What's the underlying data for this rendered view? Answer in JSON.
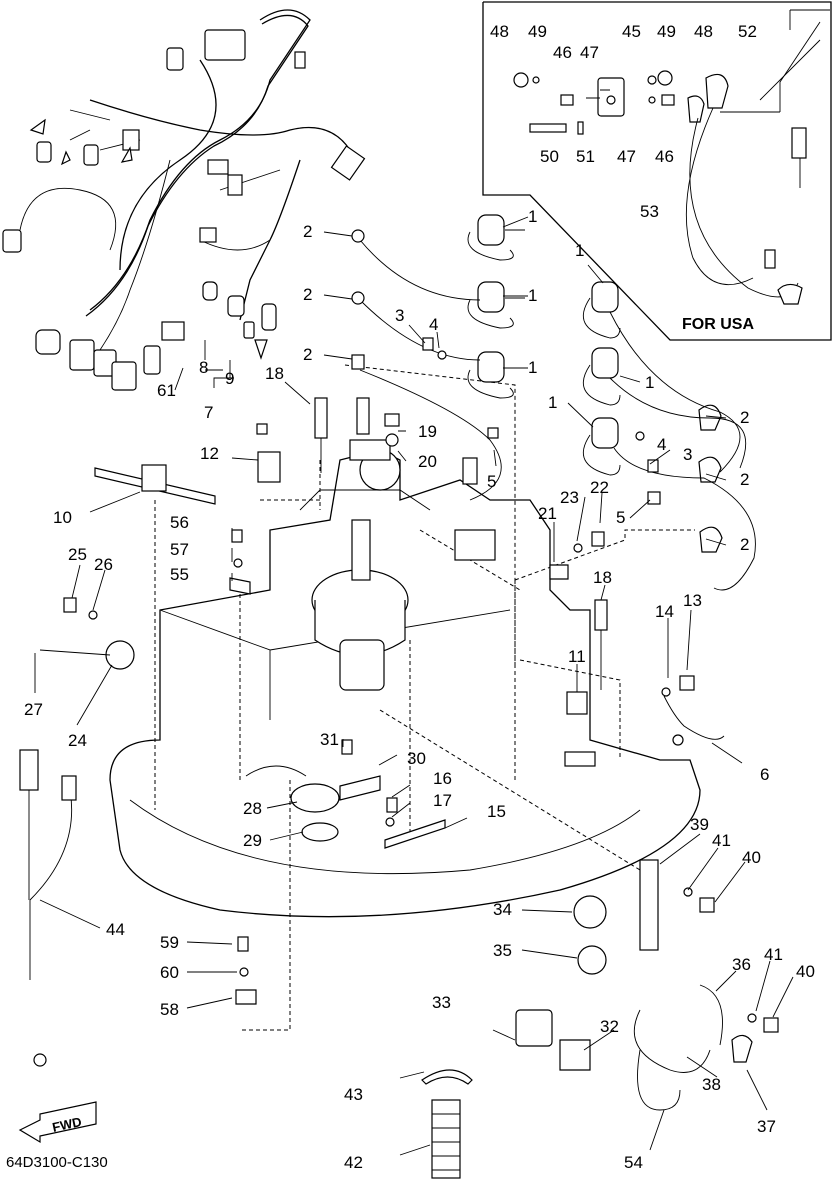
{
  "diagram": {
    "code": "64D3100-C130",
    "inset_label": "FOR USA",
    "direction_label": "FWD"
  },
  "callouts": [
    {
      "id": "c48a",
      "text": "48"
    },
    {
      "id": "c49a",
      "text": "49"
    },
    {
      "id": "c46a",
      "text": "46"
    },
    {
      "id": "c47a",
      "text": "47"
    },
    {
      "id": "c45",
      "text": "45"
    },
    {
      "id": "c49b",
      "text": "49"
    },
    {
      "id": "c48b",
      "text": "48"
    },
    {
      "id": "c52",
      "text": "52"
    },
    {
      "id": "c50",
      "text": "50"
    },
    {
      "id": "c51",
      "text": "51"
    },
    {
      "id": "c47b",
      "text": "47"
    },
    {
      "id": "c46b",
      "text": "46"
    },
    {
      "id": "c53",
      "text": "53"
    },
    {
      "id": "c1a",
      "text": "1"
    },
    {
      "id": "c2a",
      "text": "2"
    },
    {
      "id": "c1b",
      "text": "1"
    },
    {
      "id": "c2b",
      "text": "2"
    },
    {
      "id": "c3a",
      "text": "3"
    },
    {
      "id": "c4a",
      "text": "4"
    },
    {
      "id": "c1c",
      "text": "1"
    },
    {
      "id": "c2c",
      "text": "2"
    },
    {
      "id": "c1d",
      "text": "1"
    },
    {
      "id": "c1e",
      "text": "1"
    },
    {
      "id": "c1f",
      "text": "1"
    },
    {
      "id": "c2d",
      "text": "2"
    },
    {
      "id": "c4b",
      "text": "4"
    },
    {
      "id": "c3b",
      "text": "3"
    },
    {
      "id": "c2e",
      "text": "2"
    },
    {
      "id": "c5a",
      "text": "5"
    },
    {
      "id": "c5b",
      "text": "5"
    },
    {
      "id": "c2f",
      "text": "2"
    },
    {
      "id": "c8",
      "text": "8"
    },
    {
      "id": "c9",
      "text": "9"
    },
    {
      "id": "c7",
      "text": "7"
    },
    {
      "id": "c61",
      "text": "61"
    },
    {
      "id": "c18a",
      "text": "18"
    },
    {
      "id": "c19",
      "text": "19"
    },
    {
      "id": "c20",
      "text": "20"
    },
    {
      "id": "c12",
      "text": "12"
    },
    {
      "id": "c10",
      "text": "10"
    },
    {
      "id": "c23",
      "text": "23"
    },
    {
      "id": "c22",
      "text": "22"
    },
    {
      "id": "c21",
      "text": "21"
    },
    {
      "id": "c56",
      "text": "56"
    },
    {
      "id": "c57",
      "text": "57"
    },
    {
      "id": "c55",
      "text": "55"
    },
    {
      "id": "c25",
      "text": "25"
    },
    {
      "id": "c26",
      "text": "26"
    },
    {
      "id": "c18b",
      "text": "18"
    },
    {
      "id": "c14",
      "text": "14"
    },
    {
      "id": "c13",
      "text": "13"
    },
    {
      "id": "c11",
      "text": "11"
    },
    {
      "id": "c27",
      "text": "27"
    },
    {
      "id": "c24",
      "text": "24"
    },
    {
      "id": "c6",
      "text": "6"
    },
    {
      "id": "c31",
      "text": "31"
    },
    {
      "id": "c30",
      "text": "30"
    },
    {
      "id": "c16",
      "text": "16"
    },
    {
      "id": "c17",
      "text": "17"
    },
    {
      "id": "c28",
      "text": "28"
    },
    {
      "id": "c15",
      "text": "15"
    },
    {
      "id": "c29",
      "text": "29"
    },
    {
      "id": "c39",
      "text": "39"
    },
    {
      "id": "c41a",
      "text": "41"
    },
    {
      "id": "c40a",
      "text": "40"
    },
    {
      "id": "c44",
      "text": "44"
    },
    {
      "id": "c34",
      "text": "34"
    },
    {
      "id": "c35",
      "text": "35"
    },
    {
      "id": "c36",
      "text": "36"
    },
    {
      "id": "c41b",
      "text": "41"
    },
    {
      "id": "c40b",
      "text": "40"
    },
    {
      "id": "c59",
      "text": "59"
    },
    {
      "id": "c60",
      "text": "60"
    },
    {
      "id": "c58",
      "text": "58"
    },
    {
      "id": "c33",
      "text": "33"
    },
    {
      "id": "c32",
      "text": "32"
    },
    {
      "id": "c38",
      "text": "38"
    },
    {
      "id": "c43",
      "text": "43"
    },
    {
      "id": "c37",
      "text": "37"
    },
    {
      "id": "c42",
      "text": "42"
    },
    {
      "id": "c54",
      "text": "54"
    }
  ]
}
